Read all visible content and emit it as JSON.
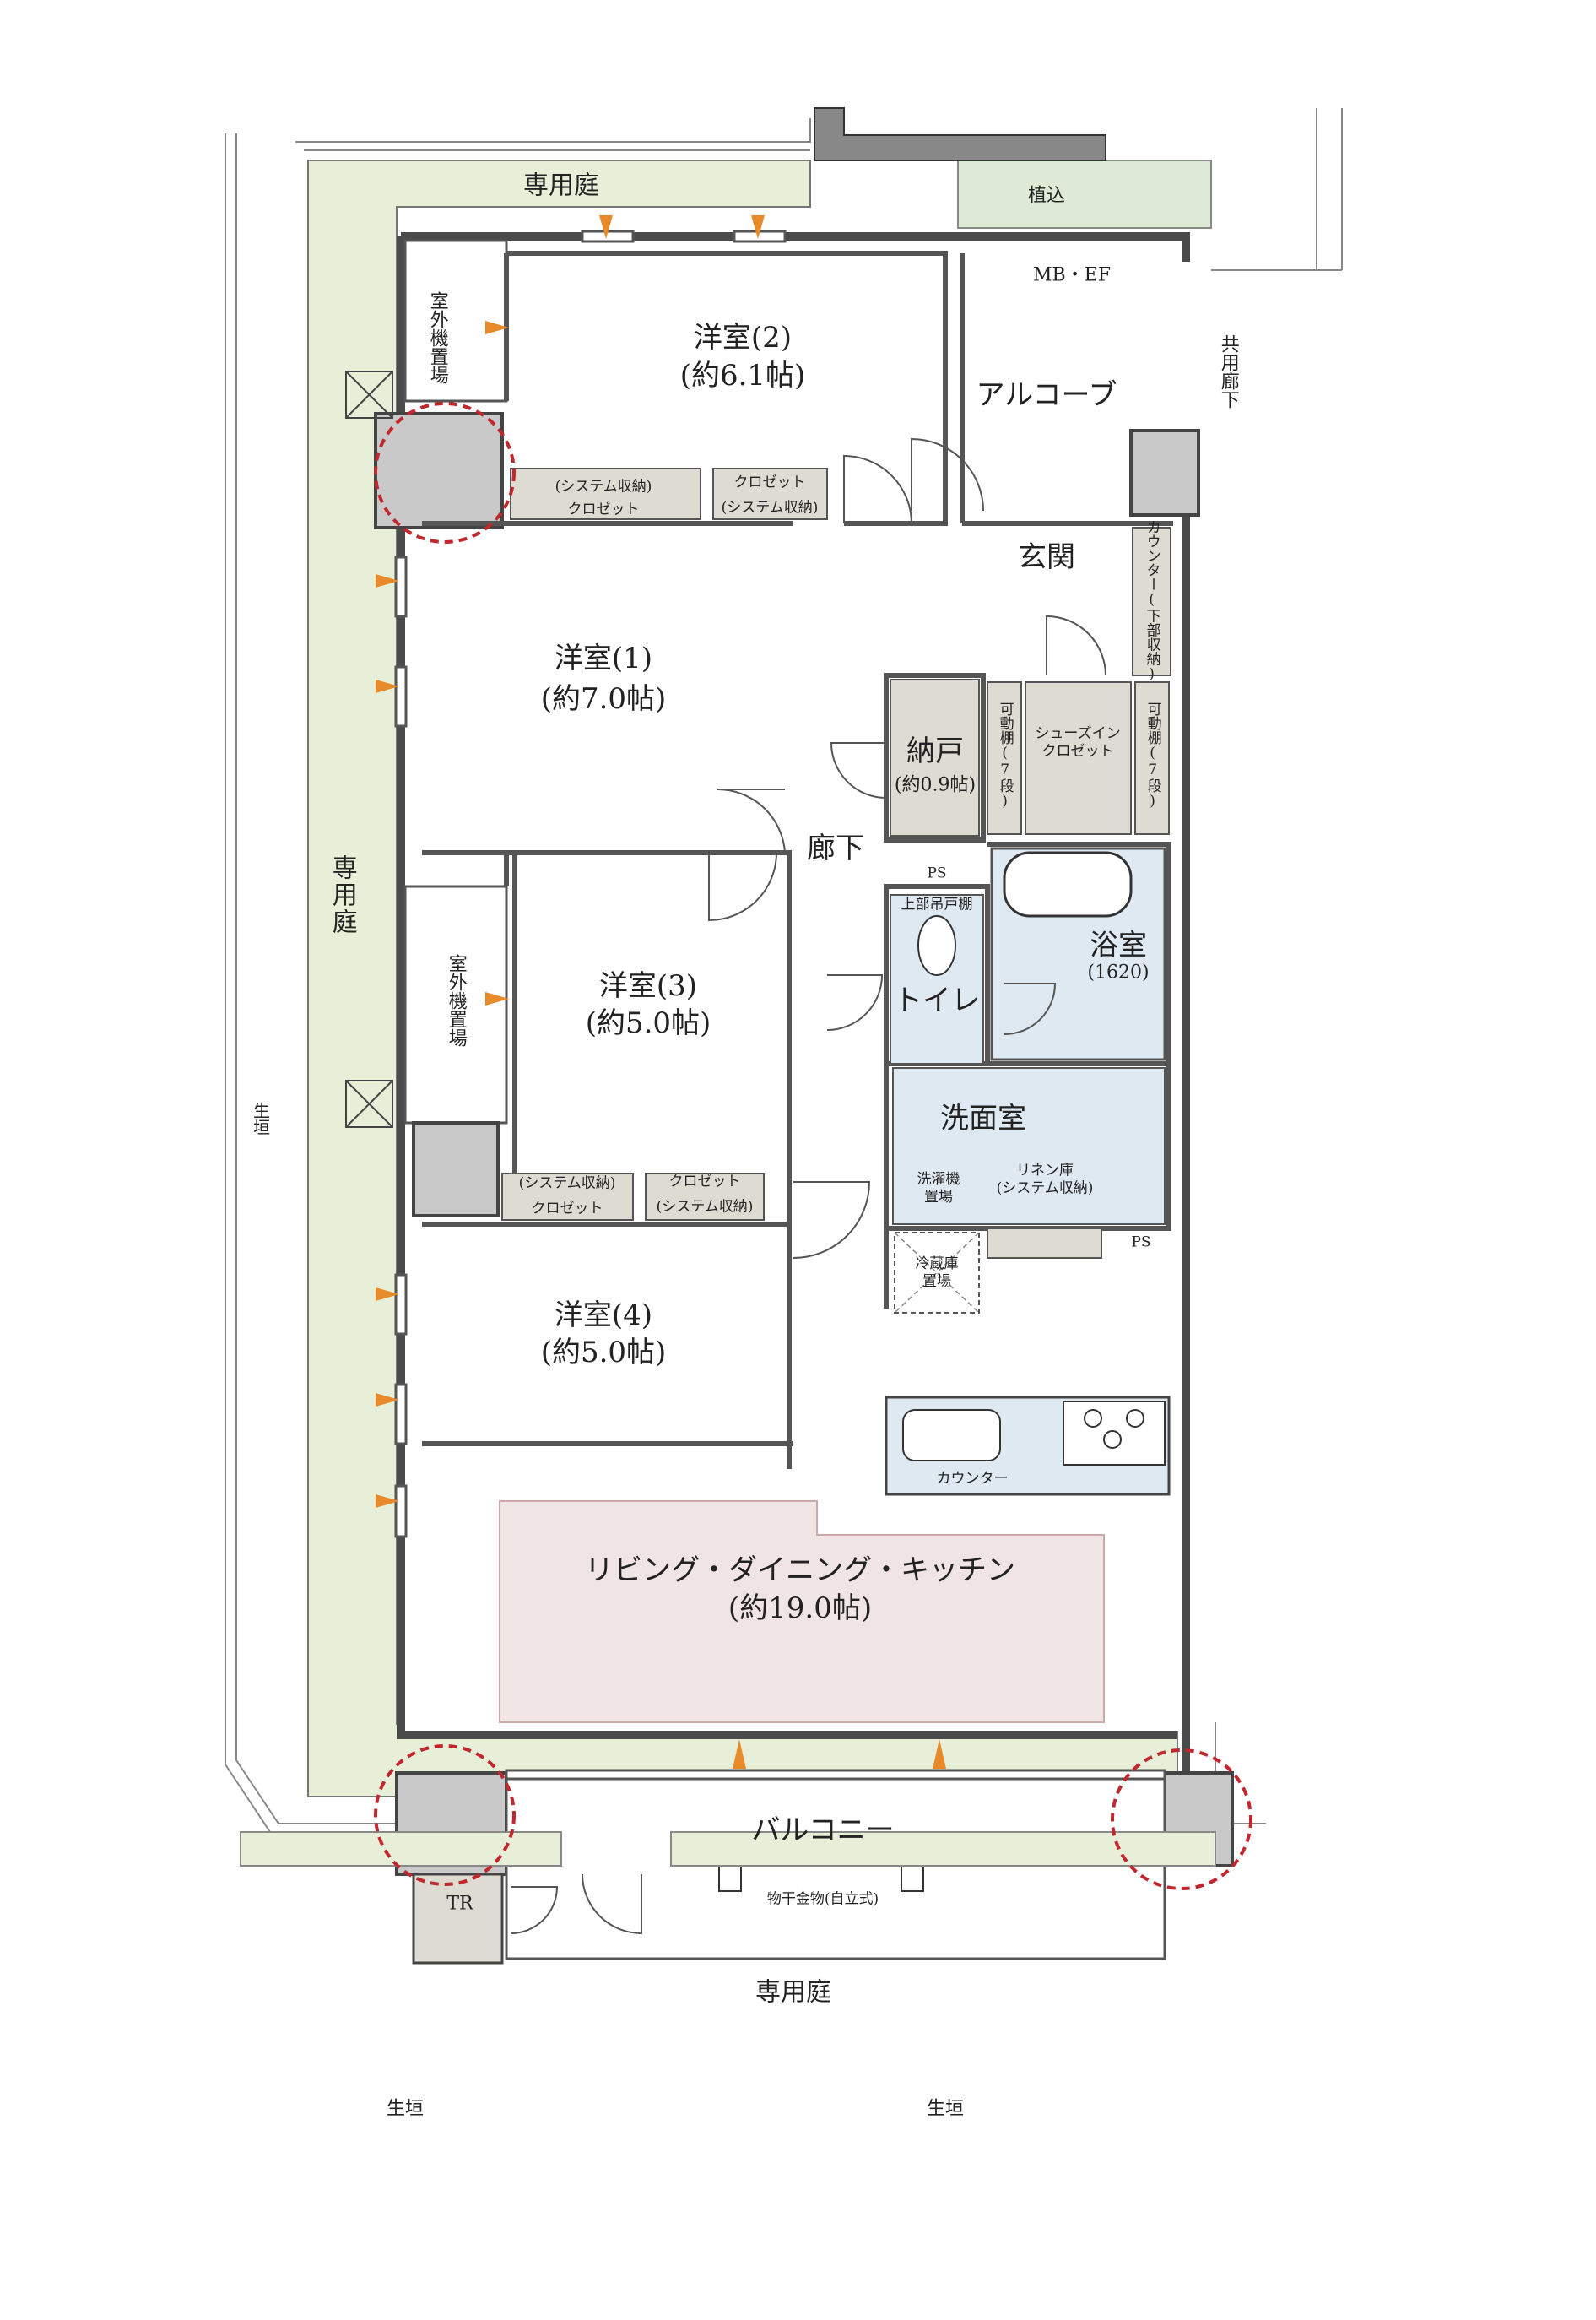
{
  "rooms": {
    "western2": {
      "name": "洋室(2)",
      "size": "(約6.1帖)"
    },
    "western1": {
      "name": "洋室(1)",
      "size": "(約7.0帖)"
    },
    "western3": {
      "name": "洋室(3)",
      "size": "(約5.0帖)"
    },
    "western4": {
      "name": "洋室(4)",
      "size": "(約5.0帖)"
    },
    "ldk": {
      "name": "リビング・ダイニング・キッチン",
      "size": "(約19.0帖)"
    },
    "alcove": {
      "name": "アルコーブ"
    },
    "entrance": {
      "name": "玄関"
    },
    "hallway": {
      "name": "廊下"
    },
    "storage": {
      "name": "納戸",
      "size": "(約0.9帖)"
    },
    "bath": {
      "name": "浴室",
      "size": "(1620)"
    },
    "toilet": {
      "name": "トイレ"
    },
    "washroom": {
      "name": "洗面室"
    },
    "balcony": {
      "name": "バルコニー"
    }
  },
  "storage_labels": {
    "closet_system": "(システム収納)",
    "closet": "クロゼット",
    "closet_system_short": "(システム収納)",
    "shoes_in_closet": "シューズイン\nクロゼット",
    "movable_shelf": "可動棚(7段)",
    "counter_lower": "カウンター(下部収納)",
    "upper_cabinet": "上部吊戸棚",
    "linen": "リネン庫",
    "linen_sub": "(システム収納)",
    "washer": "洗濯機\n置場",
    "fridge": "冷蔵庫\n置場",
    "kitchen_counter": "カウンター",
    "drying_rack": "物干金物(自立式)",
    "ps": "PS",
    "tr": "TR",
    "mb_ef": "MB・EF"
  },
  "exterior": {
    "private_garden": "専用庭",
    "private_garden_side": "専用庭",
    "private_garden_bottom": "専用庭",
    "hedge": "生垣",
    "planting": "植込",
    "common_corridor": "共用廊下",
    "outdoor_unit": "室外機置場"
  },
  "colors": {
    "garden": "#e8efd8",
    "wall": "#555555",
    "column": "#c9c9c9",
    "ldk_fill": "#f0e4e4",
    "bath_fill": "#dfe9f1",
    "storage_fill": "#dedbd2",
    "alert": "#c0282d"
  }
}
